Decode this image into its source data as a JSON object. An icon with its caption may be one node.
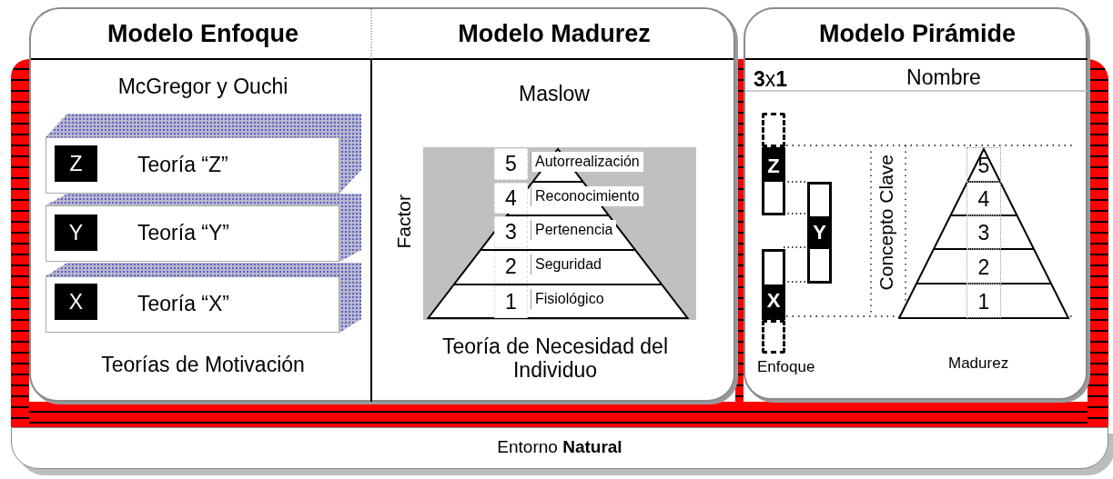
{
  "diagram": {
    "nodes": [
      {
        "text": [
          "Modelo Enfoque",
          "McGregor y Ouchi",
          "Teorías de Motivación"
        ]
      },
      {
        "text": [
          "Teoría “Z”"
        ],
        "in": 0
      },
      {
        "text": [
          "Z"
        ],
        "in": 1
      },
      {
        "text": [
          "Teoría “Y”"
        ],
        "in": 0
      },
      {
        "text": [
          "Y"
        ],
        "in": 3
      },
      {
        "text": [
          "Teoría “X”"
        ],
        "in": 0
      },
      {
        "text": [
          "X"
        ],
        "in": 5
      },
      {
        "text": [
          "Modelo Madurez",
          "Maslow",
          "Factor",
          "Teoría de Necesidad del Individuo"
        ]
      },
      {
        "text": [],
        "shape": "triangle",
        "in": 7
      },
      {
        "text": [
          "5",
          "Autorrealización"
        ],
        "in": 8
      },
      {
        "text": [
          "4",
          "Reconocimiento"
        ],
        "in": 8
      },
      {
        "text": [
          "3",
          "Pertenencia"
        ],
        "in": 8
      },
      {
        "text": [
          "2",
          "Seguridad"
        ],
        "in": 8
      },
      {
        "text": [
          "1",
          "Fisiológico"
        ],
        "in": 8
      },
      {
        "text": [
          "Modelo Pirámide",
          "**3**x**1**",
          "Nombre",
          "Concepto Clave",
          "Enfoque",
          "Madurez"
        ]
      },
      {
        "text": [],
        "shape": "box",
        "in": 14
      },
      {
        "text": [
          "Z"
        ],
        "in": 14
      },
      {
        "text": [
          "Y"
        ],
        "in": 14
      },
      {
        "text": [
          "X"
        ],
        "in": 14
      },
      {
        "text": [],
        "shape": "box",
        "in": 14
      },
      {
        "text": [],
        "shape": "triangle",
        "in": 14
      },
      {
        "text": [
          "5"
        ],
        "in": 20
      },
      {
        "text": [
          "4"
        ],
        "in": 20
      },
      {
        "text": [
          "3"
        ],
        "in": 20
      },
      {
        "text": [
          "2"
        ],
        "in": 20
      },
      {
        "text": [
          "1"
        ],
        "in": 20
      },
      {
        "text": [
          "Entorno **Natural**"
        ]
      }
    ],
    "edges": [
      {
        "from": 16,
        "to": 17,
        "arrow": "none",
        "style": "dashed"
      },
      {
        "from": 16,
        "to": 17,
        "arrow": "none",
        "style": "dashed"
      },
      {
        "from": 17,
        "to": 18,
        "arrow": "none",
        "style": "dashed"
      },
      {
        "from": 17,
        "to": 18,
        "arrow": "none",
        "style": "dashed"
      }
    ]
  }
}
